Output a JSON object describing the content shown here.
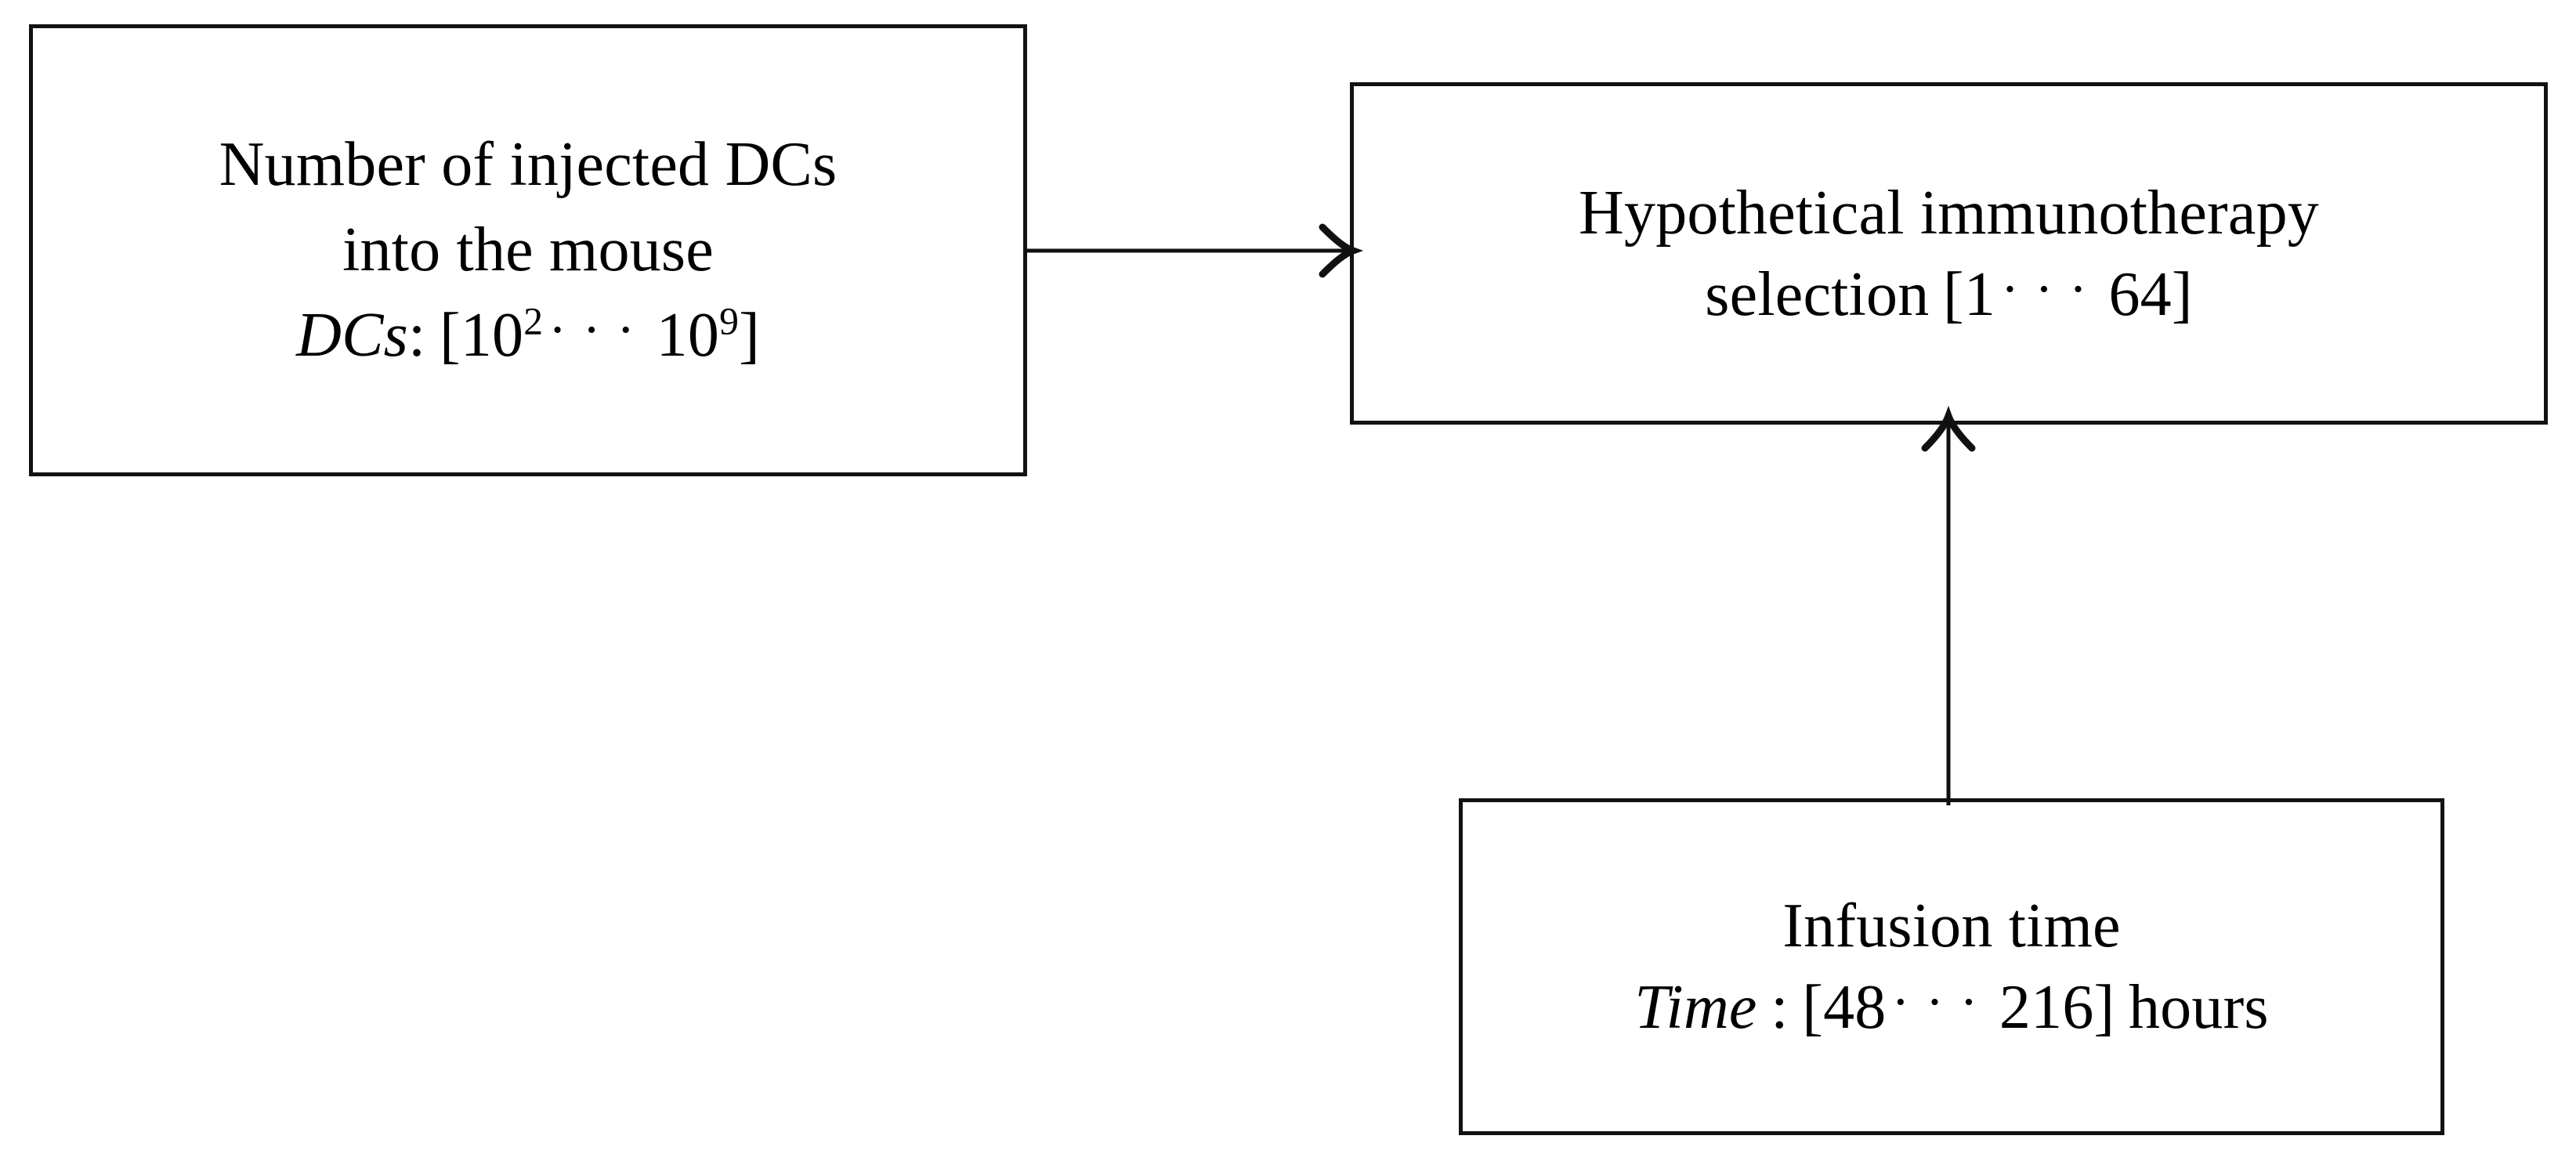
{
  "diagram": {
    "type": "flow-diagram",
    "background_color": "#ffffff",
    "stroke_color": "#111111",
    "nodes": [
      {
        "id": "dcs",
        "name": "number-of-injected-dcs",
        "lines": [
          "Number of injected DCs",
          "into the mouse"
        ],
        "variable": "DCs",
        "separator": ":",
        "range_open": "[",
        "range_low_base": "10",
        "range_low_exp": "2",
        "range_dots": "···",
        "range_high_base": "10",
        "range_high_exp": "9",
        "range_close": "]",
        "unit": ""
      },
      {
        "id": "selection",
        "name": "hypothetical-immunotherapy-selection",
        "lines": [
          "Hypothetical immunotherapy",
          "selection"
        ],
        "range_open": "[",
        "range_low": "1",
        "range_dots": "···",
        "range_high": "64",
        "range_close": "]"
      },
      {
        "id": "infusion",
        "name": "infusion-time",
        "lines": [
          "Infusion time"
        ],
        "variable": "Time",
        "separator": ":",
        "range_open": "[",
        "range_low": "48",
        "range_dots": "···",
        "range_high": "216",
        "range_close": "]",
        "unit": "hours"
      }
    ],
    "edges": [
      {
        "id": "dcs-to-selection",
        "name": "arrow-dcs-to-selection",
        "from": "dcs",
        "to": "selection",
        "direction": "right",
        "style": "solid",
        "arrowhead": "open-v"
      },
      {
        "id": "infusion-to-selection",
        "name": "arrow-infusion-to-selection",
        "from": "infusion",
        "to": "selection",
        "direction": "up",
        "style": "solid",
        "arrowhead": "open-v"
      }
    ]
  }
}
